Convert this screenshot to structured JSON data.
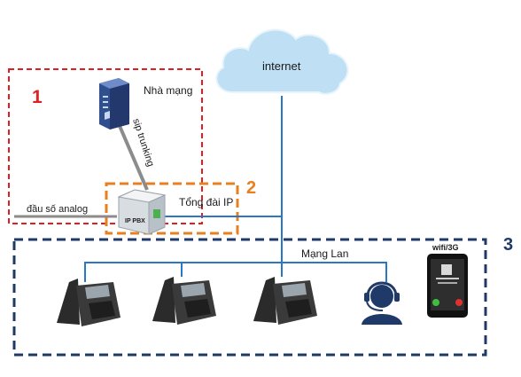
{
  "labels": {
    "internet": "internet",
    "provider": "Nhà mạng",
    "sip_trunking": "sip trunking",
    "analog": "đầu số analog",
    "pbx_label": "Tổng đài IP",
    "pbx_device_text": "IP PBX",
    "lan": "Mạng Lan",
    "wifi": "wifi/3G"
  },
  "zones": [
    {
      "number": "1",
      "color": "#e02020"
    },
    {
      "number": "2",
      "color": "#e8801f"
    },
    {
      "number": "3",
      "color": "#1f3a68"
    }
  ],
  "colors": {
    "lan_line": "#2a78c4",
    "cloud_fill": "#bfe0f4",
    "trunk_line": "#8c8c8c",
    "phone_body": "#2b2b2b",
    "server": "#3d5a9c"
  },
  "icons": [
    "cloud-icon",
    "server-icon",
    "pbx-icon",
    "desk-phone-icon",
    "headset-agent-icon",
    "mobile-phone-icon"
  ]
}
